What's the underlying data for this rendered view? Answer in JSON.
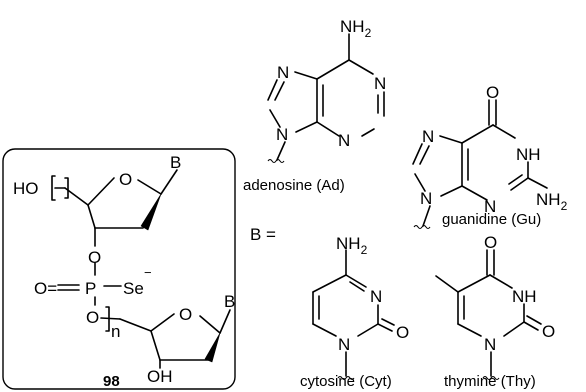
{
  "colors": {
    "ink": "#000000",
    "background": "#ffffff"
  },
  "compound_98": {
    "number": "98",
    "ho": "HO",
    "ring1_o": "O",
    "ring1_base": "B",
    "o3": "O",
    "p_double_o": "O=",
    "phosphorus": "P",
    "dash": "−",
    "selenium": "Se",
    "se_charge": "−",
    "o5": "O",
    "repeat": "n",
    "ring2_o": "O",
    "ring2_base": "B",
    "oh": "OH"
  },
  "b_equals": "B =",
  "adenosine": {
    "nh": "NH",
    "nh_sub": "2",
    "n7": "N",
    "n1": "N",
    "n3": "N",
    "n9": "N",
    "caption": "adenosine (Ad)"
  },
  "guanidine": {
    "o": "O",
    "n7": "N",
    "n1h": "NH",
    "n3": "N",
    "n9": "N",
    "nh": "NH",
    "nh_sub": "2",
    "caption": "guanidine (Gu)"
  },
  "cytosine": {
    "nh": "NH",
    "nh_sub": "2",
    "n3": "N",
    "o": "O",
    "n1": "N",
    "caption": "cytosine (Cyt)"
  },
  "thymine": {
    "o4": "O",
    "n3h": "NH",
    "o2": "O",
    "n1": "N",
    "caption": "thymine (Thy)"
  }
}
